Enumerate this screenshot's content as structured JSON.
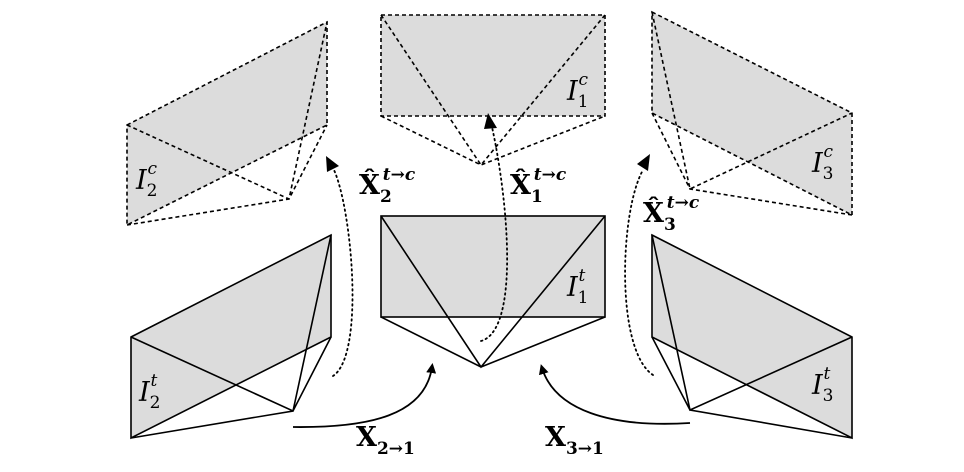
{
  "labels": {
    "target": [
      {
        "base": "I",
        "sub": "1",
        "sup": "t"
      },
      {
        "base": "I",
        "sub": "2",
        "sup": "t"
      },
      {
        "base": "I",
        "sub": "3",
        "sup": "t"
      }
    ],
    "canonical": [
      {
        "base": "I",
        "sub": "1",
        "sup": "c"
      },
      {
        "base": "I",
        "sub": "2",
        "sup": "c"
      },
      {
        "base": "I",
        "sub": "3",
        "sup": "c"
      }
    ],
    "relative": [
      {
        "base": "X",
        "sub": "2→1"
      },
      {
        "base": "X",
        "sub": "3→1"
      }
    ],
    "hat": [
      {
        "base": "X̂",
        "sub": "1",
        "sup": "t→c"
      },
      {
        "base": "X̂",
        "sub": "2",
        "sup": "t→c"
      },
      {
        "base": "X̂",
        "sub": "3",
        "sup": "t→c"
      }
    ]
  }
}
